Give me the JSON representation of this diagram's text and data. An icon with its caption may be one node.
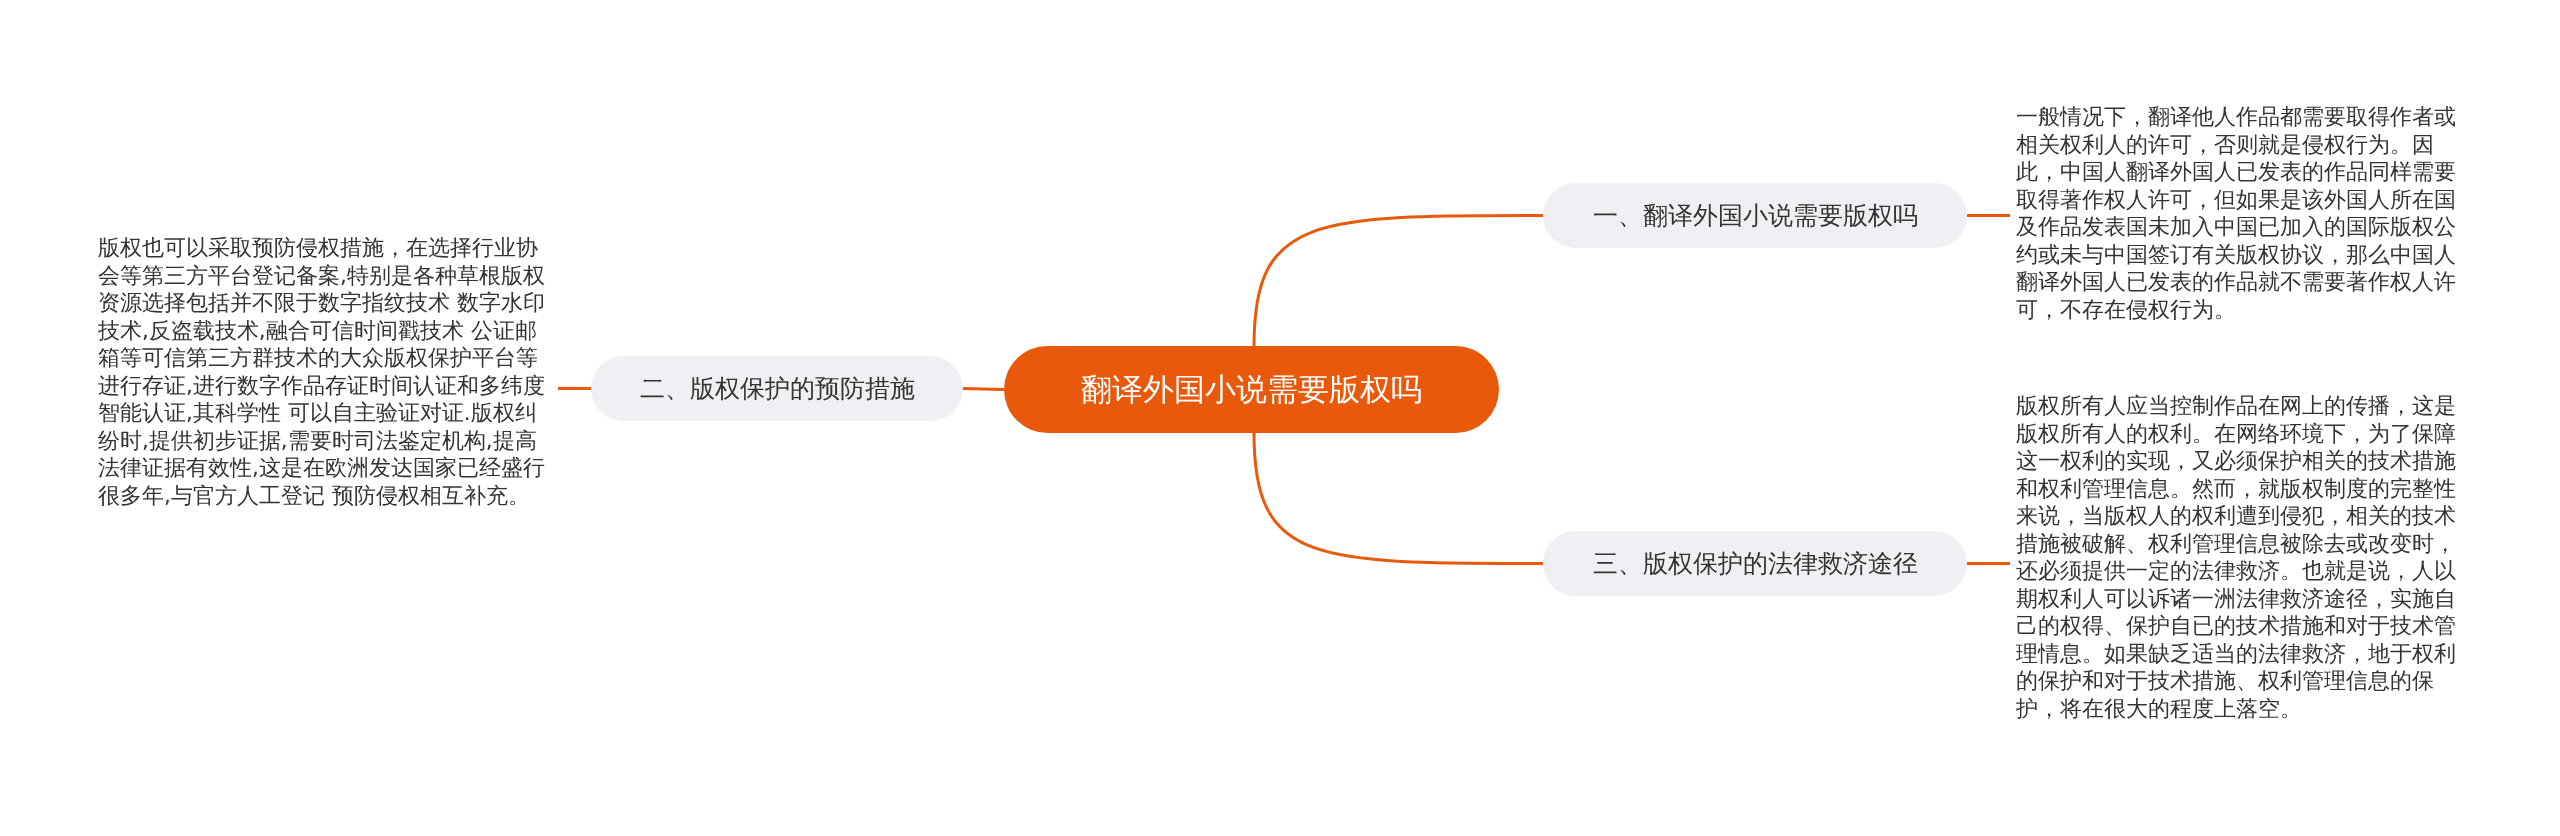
{
  "diagram": {
    "nodes": [
      {
        "text": [
          "翻译外国小说需要版权吗"
        ]
      },
      {
        "text": [
          "一、翻译外国小说需要版权吗"
        ]
      },
      {
        "text": [
          "二、版权保护的预防措施"
        ]
      },
      {
        "text": [
          "三、版权保护的法律救济途径"
        ]
      },
      {
        "text": [
          "一般情况下，翻译他人作品都需要取得作者或相关权利人的许可，否则就是侵权行为。因此，中国人翻译外国人已发表的作品同样需要取得著作权人许可，但如果是该外国人所在国及作品发表国未加入中国已加入的国际版权公约或未与中国签订有关版权协议，那么中国人翻译外国人已发表的作品就不需要著作权人许可，不存在侵权行为。"
        ]
      },
      {
        "text": [
          "版权也可以采取预防侵权措施，在选择行业协会等第三方平台登记备案,特别是各种草根版权资源选择包括并不限于数字指纹技术 数字水印技术,反盗载技术,融合可信时间戳技术 公证邮箱等可信第三方群技术的大众版权保护平台等进行存证,进行数字作品存证时间认证和多纬度智能认证,其科学性 可以自主验证对证.版权纠纷时,提供初步证据,需要时司法鉴定机构,提高法律证据有效性,这是在欧洲发达国家已经盛行很多年,与官方人工登记 预防侵权相互补充。"
        ]
      },
      {
        "text": [
          "版权所有人应当控制作品在网上的传播，这是版权所有人的权利。在网络环境下，为了保障这一权利的实现，又必须保护相关的技术措施和权利管理信息。然而，就版权制度的完整性来说，当版权人的权利遭到侵犯，相关的技术措施被破解、权利管理信息被除去或改变时，还必须提供一定的法律救济。也就是说，人以期权利人可以诉诸一洲法律救济途径，实施自己的权得、保护自已的技术措施和对于技术管理情息。如果缺乏适当的法律救济，地于权利的保护和对于技术措施、权利管理信息的保护，将在很大的程度上落空。"
        ]
      }
    ],
    "edges": [
      {
        "from": 0,
        "to": 1,
        "arrow": "none"
      },
      {
        "from": 0,
        "to": 2,
        "arrow": "none"
      },
      {
        "from": 0,
        "to": 3,
        "arrow": "none"
      },
      {
        "from": 1,
        "to": 4,
        "arrow": "none"
      },
      {
        "from": 2,
        "to": 5,
        "arrow": "none"
      },
      {
        "from": 3,
        "to": 6,
        "arrow": "none"
      }
    ]
  }
}
